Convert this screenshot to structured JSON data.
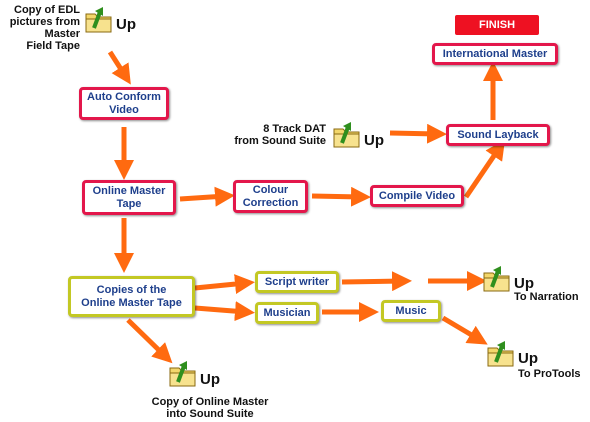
{
  "finish_label": "FINISH",
  "boxes": {
    "auto_conform": "Auto Conform\nVideo",
    "online_master": "Online Master\nTape",
    "colour_correction": "Colour\nCorrection",
    "compile_video": "Compile Video",
    "sound_layback": "Sound Layback",
    "international_master": "International Master",
    "copies_master": "Copies of the\nOnline Master Tape",
    "script_writer": "Script writer",
    "musician": "Musician",
    "music": "Music"
  },
  "notes": {
    "copy_edl": "Copy of EDL\npictures from\nMaster\nField Tape",
    "dat": "8 Track DAT\nfrom Sound Suite",
    "narration": "To Narration",
    "protools": "To ProTools",
    "copy_online": "Copy of Online Master\ninto Sound Suite"
  },
  "up_label": "Up",
  "icons": [
    "folder-up-icon"
  ],
  "colors": {
    "arrow": "#ff6a10",
    "red_border": "#e3174b",
    "yellow_border": "#c3c824",
    "box_text": "#1e3f8c",
    "finish_bg": "#ee1122"
  }
}
